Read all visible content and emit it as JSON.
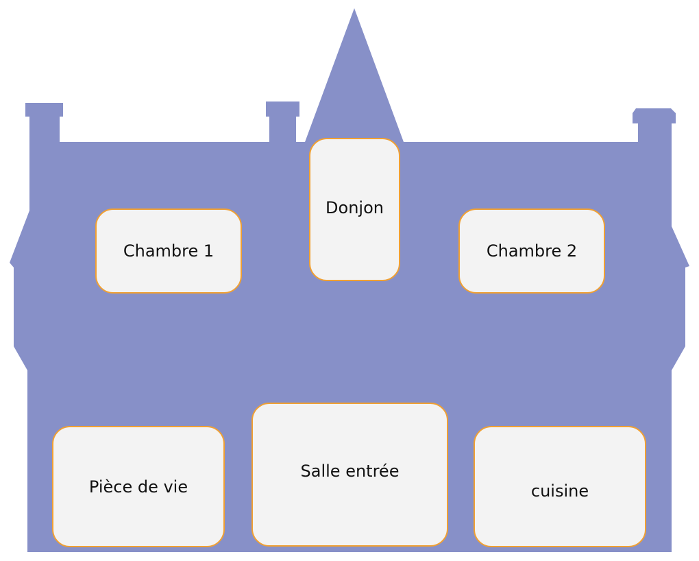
{
  "colors": {
    "castle_fill": "#8790c8",
    "room_fill": "#f3f3f3",
    "room_border": "#f0a033"
  },
  "rooms": {
    "chambre1": "Chambre 1",
    "donjon": "Donjon",
    "chambre2": "Chambre 2",
    "piece_de_vie": "Pièce de vie",
    "salle_entree": "Salle entrée",
    "cuisine": "cuisine"
  }
}
